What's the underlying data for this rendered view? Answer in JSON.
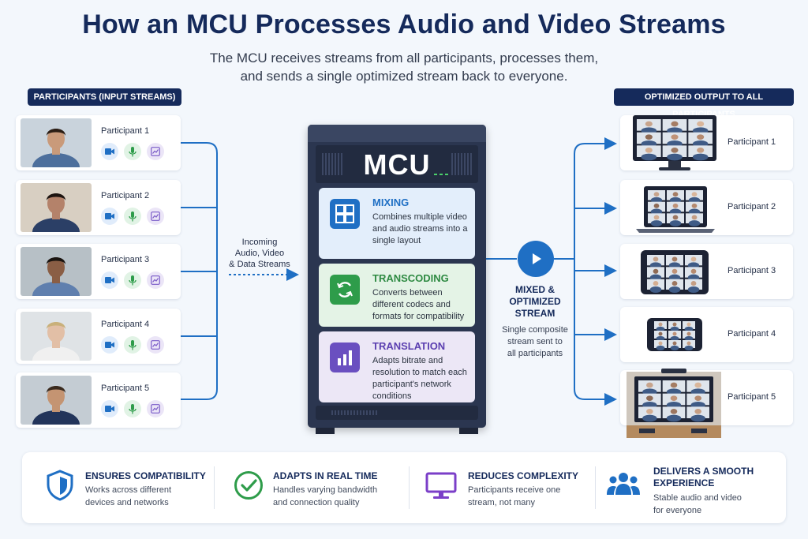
{
  "title": "How an MCU Processes Audio and Video Streams",
  "subtitle_line1": "The MCU receives streams from all participants, processes them,",
  "subtitle_line2": "and sends a single optimized stream back to everyone.",
  "inputs": {
    "header": "PARTICIPANTS (INPUT STREAMS)",
    "participants": [
      "Participant 1",
      "Participant 2",
      "Participant 3",
      "Participant 4",
      "Participant 5"
    ]
  },
  "incoming": {
    "line1": "Incoming",
    "line2": "Audio, Video",
    "line3": "& Data Streams"
  },
  "mcu": {
    "label": "MCU",
    "mixing": {
      "title": "MIXING",
      "desc": "Combines multiple video and audio streams into a single layout"
    },
    "transcoding": {
      "title": "TRANSCODING",
      "desc": "Converts between different codecs and formats for compatibility"
    },
    "translation": {
      "title": "TRANSLATION",
      "desc": "Adapts bitrate and resolution to match each participant's network conditions"
    }
  },
  "mixed": {
    "line1": "MIXED &",
    "line2": "OPTIMIZED",
    "line3": "STREAM",
    "desc1": "Single composite",
    "desc2": "stream sent to",
    "desc3": "all participants"
  },
  "outputs": {
    "header": "OPTIMIZED OUTPUT TO ALL PARTICIPANTS",
    "participants": [
      "Participant 1",
      "Participant 2",
      "Participant 3",
      "Participant 4",
      "Participant 5"
    ]
  },
  "benefits": [
    {
      "title": "ENSURES COMPATIBILITY",
      "desc1": "Works across different",
      "desc2": "devices and networks"
    },
    {
      "title": "ADAPTS IN REAL TIME",
      "desc1": "Handles varying bandwidth",
      "desc2": "and connection quality"
    },
    {
      "title": "REDUCES COMPLEXITY",
      "desc1": "Participants receive one",
      "desc2": "stream, not many"
    },
    {
      "title1": "DELIVERS A SMOOTH",
      "title2": "EXPERIENCE",
      "desc1": "Stable audio and video",
      "desc2": "for everyone"
    }
  ],
  "colors": {
    "navy": "#152a5b",
    "accent_blue": "#1f6fc4",
    "mixing_bg": "#e3eefb",
    "transcoding_bg": "#e4f3e6",
    "translation_bg": "#ece7f6",
    "video_icon": "#1f6fc4",
    "mic_icon": "#2e9c4a",
    "chart_icon": "#7b5cc8"
  }
}
